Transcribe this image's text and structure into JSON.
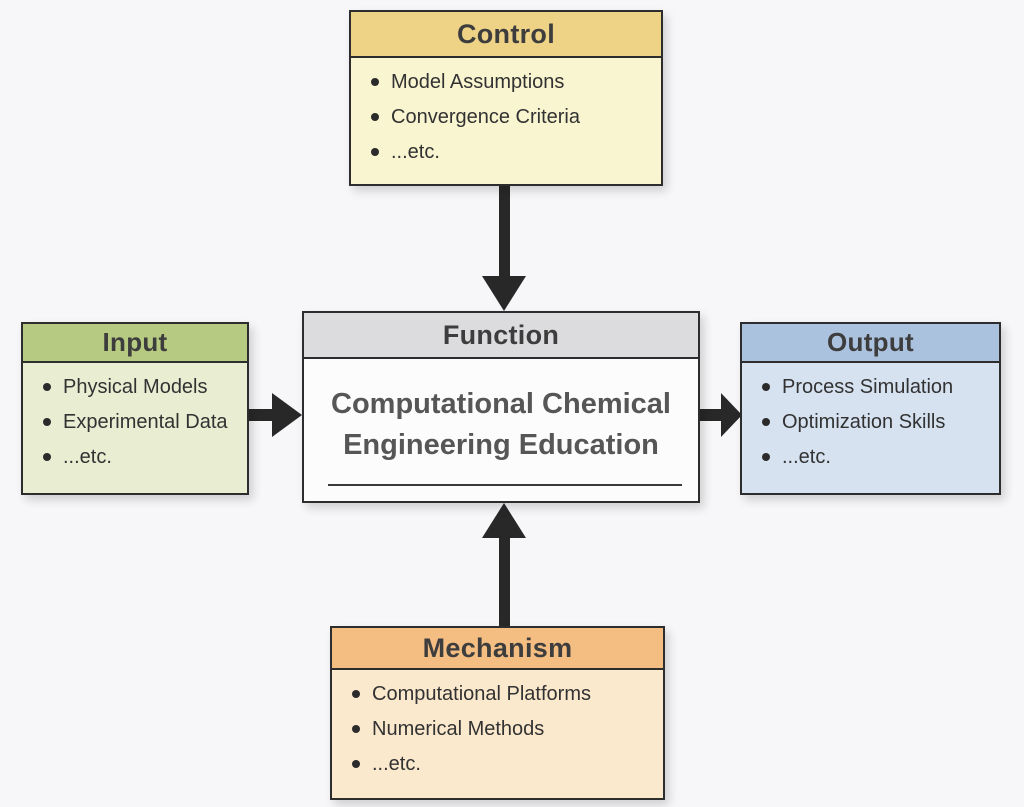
{
  "diagram": {
    "type": "IDEF0-function-block-diagram",
    "background_color": "#f7f7f9",
    "border_color": "#2d2d2d",
    "arrow_color": "#282828",
    "boxes": {
      "control": {
        "label": "Control",
        "header_color": "#eed387",
        "body_color": "#f9f5d0",
        "items": [
          "Model Assumptions",
          "Convergence Criteria",
          "...etc."
        ]
      },
      "input": {
        "label": "Input",
        "header_color": "#b7ca82",
        "body_color": "#e9eed3",
        "items": [
          "Physical Models",
          "Experimental Data",
          "...etc."
        ]
      },
      "function": {
        "label": "Function",
        "header_color": "#dcdcde",
        "body_color": "#fcfcfd",
        "title_lines": [
          "Computational Chemical",
          "Engineering Education"
        ]
      },
      "output": {
        "label": "Output",
        "header_color": "#abc2de",
        "body_color": "#d6e2f0",
        "items": [
          "Process Simulation",
          "Optimization Skills",
          "...etc."
        ]
      },
      "mechanism": {
        "label": "Mechanism",
        "header_color": "#f4bd82",
        "body_color": "#fbe9ce",
        "items": [
          "Computational Platforms",
          "Numerical Methods",
          "...etc."
        ]
      }
    },
    "arrows": [
      {
        "name": "control-to-function",
        "direction": "down"
      },
      {
        "name": "input-to-function",
        "direction": "right"
      },
      {
        "name": "function-to-output",
        "direction": "right"
      },
      {
        "name": "mechanism-to-function",
        "direction": "up"
      }
    ]
  }
}
